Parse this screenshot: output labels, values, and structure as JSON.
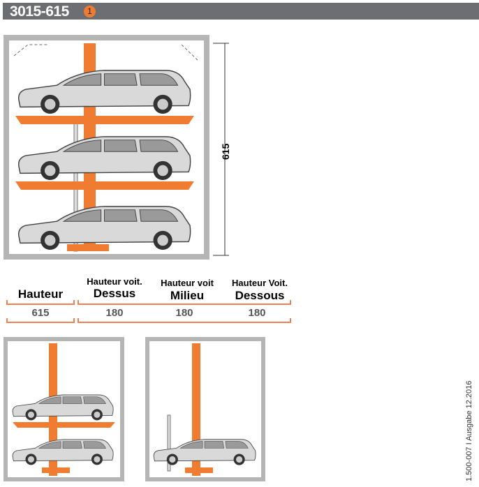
{
  "header": {
    "title": "3015-615",
    "badge": "1"
  },
  "diagram": {
    "dimension_label": "615"
  },
  "table": {
    "columns": [
      {
        "line1": "",
        "line2": "Hauteur",
        "value": "615"
      },
      {
        "line1": "Hauteur voit.",
        "line2": "Dessus",
        "value": "180"
      },
      {
        "line1": "Hauteur voit",
        "line2": "Milieu",
        "value": "180"
      },
      {
        "line1": "Hauteur Voit.",
        "line2": "Dessous",
        "value": "180"
      }
    ]
  },
  "footer": {
    "code": "1.500-007 I Ausgabe 12.2016"
  },
  "colors": {
    "accent": "#f07c31",
    "frame": "#b5b5b5",
    "header": "#6d6e71"
  }
}
